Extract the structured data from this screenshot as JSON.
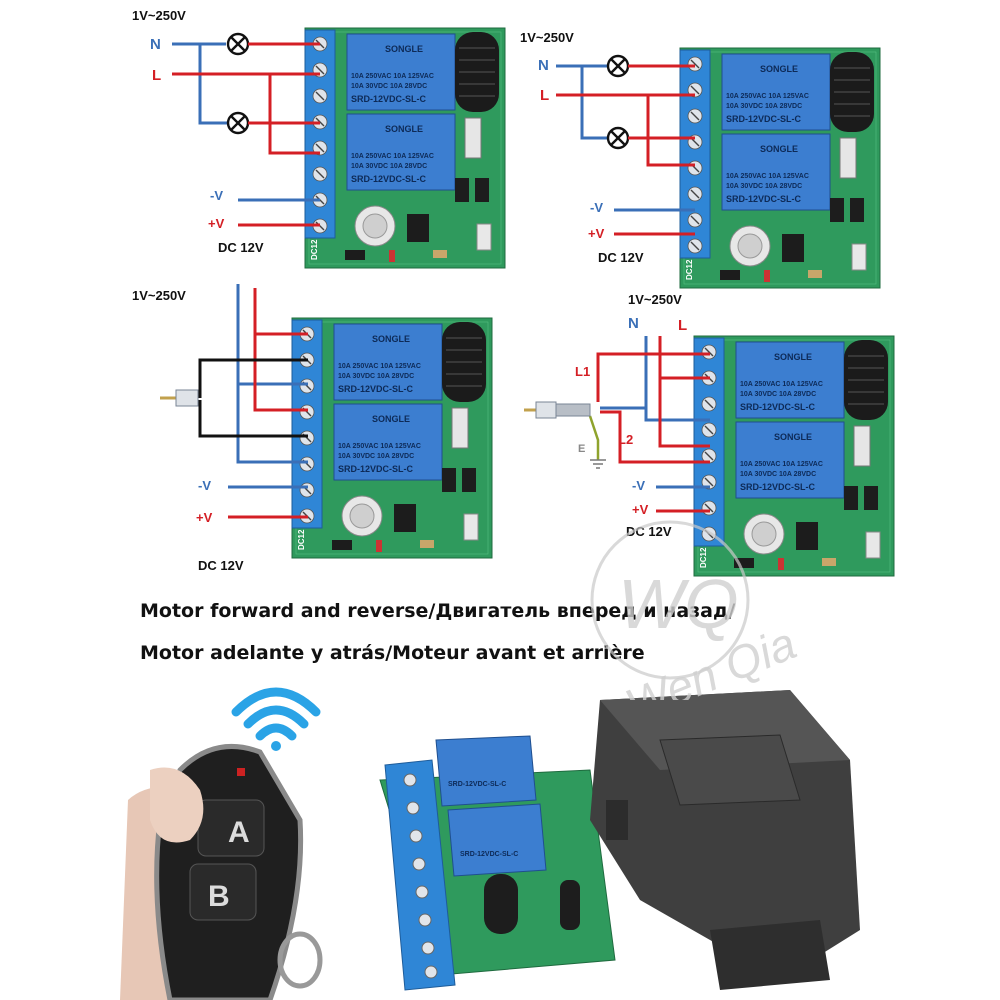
{
  "diagrams": [
    {
      "voltage": "1V~250V",
      "neutral": "N",
      "live": "L",
      "neg": "-V",
      "pos": "+V",
      "dc": "DC 12V"
    },
    {
      "voltage": "1V~250V",
      "neutral": "N",
      "live": "L",
      "neg": "-V",
      "pos": "+V",
      "dc": "DC 12V"
    },
    {
      "voltage": "1V~250V",
      "neg": "-V",
      "pos": "+V",
      "dc": "DC 12V"
    },
    {
      "voltage": "1V~250V",
      "neutral": "N",
      "live": "L",
      "l1": "L1",
      "l2": "L2",
      "earth": "E",
      "neg": "-V",
      "pos": "+V",
      "dc": "DC 12V"
    }
  ],
  "relay": {
    "brand": "SONGLE",
    "rating1": "10A 250VAC 10A 125VAC",
    "rating2": "10A 30VDC 10A 28VDC",
    "model": "SRD-12VDC-SL-C",
    "board_label": "DC12"
  },
  "caption": {
    "line1": "Motor forward and reverse/Двигатель вперед и назад/",
    "line2": "Motor adelante y atrás/Moteur avant et arrière"
  },
  "remote": {
    "button_a": "A",
    "button_b": "B"
  },
  "watermark": {
    "logo": "WQ",
    "text": "Wen Qia"
  },
  "colors": {
    "neutral_wire": "#3a6fb7",
    "live_wire": "#d41f25",
    "motor_wire": "#111111",
    "pcb": "#2e9b5c",
    "terminal": "#2f86d6",
    "relay": "#3c7ed0",
    "case": "#3a3a3a"
  }
}
